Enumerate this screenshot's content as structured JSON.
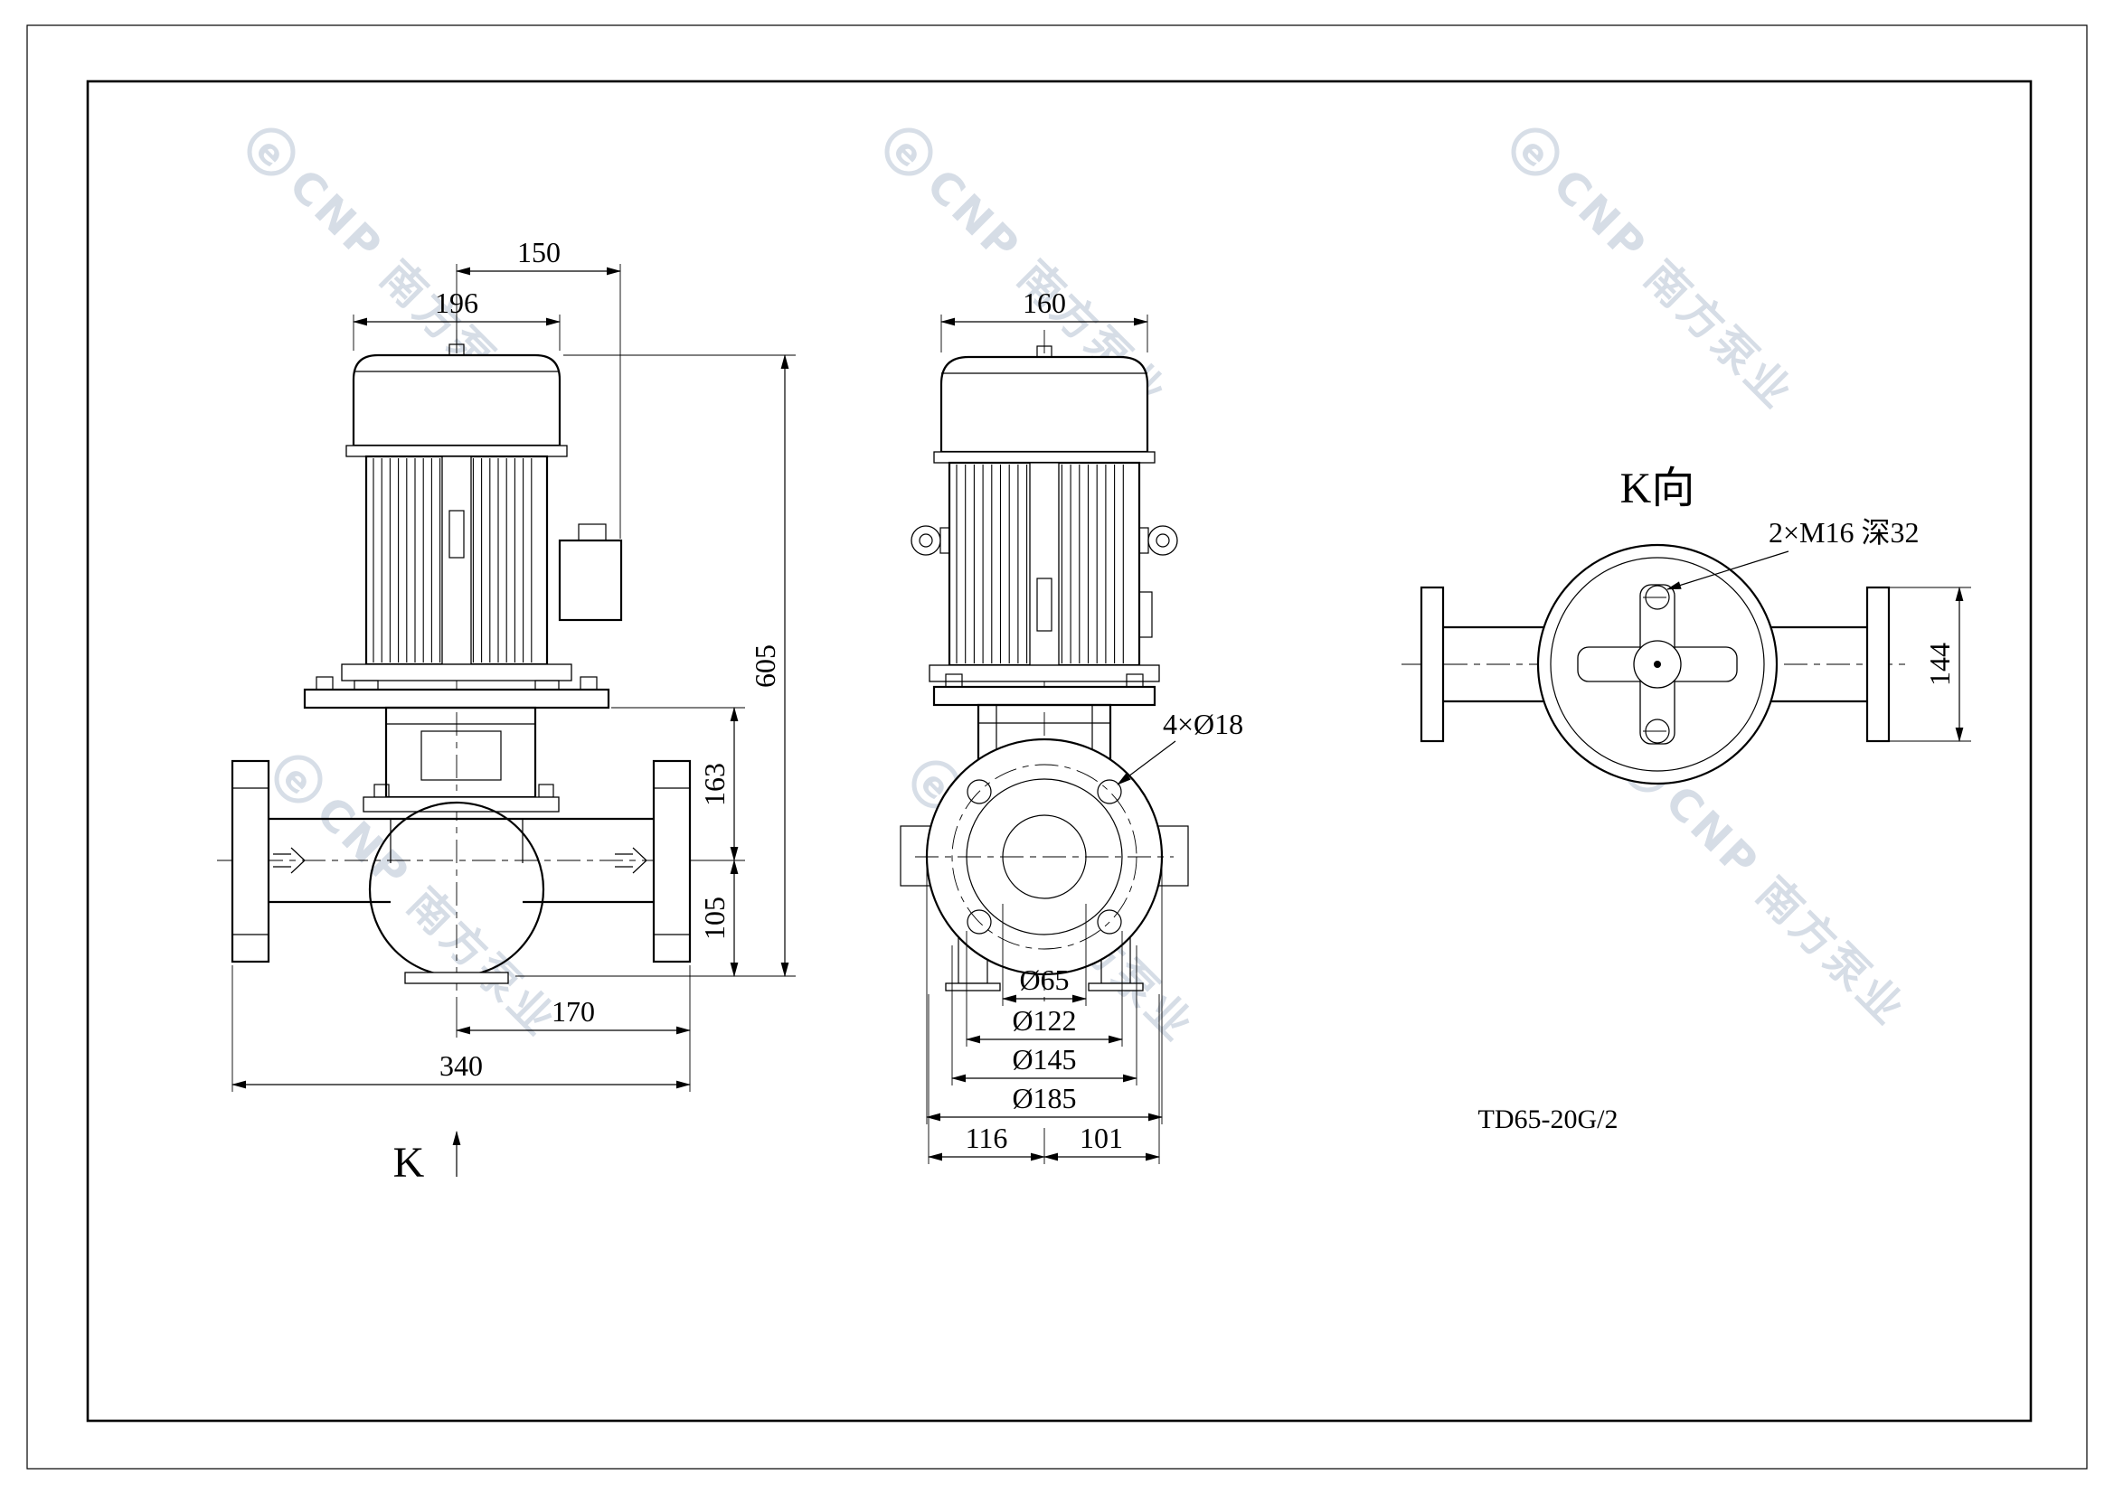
{
  "watermark": {
    "logo_letter": "e",
    "text": "CNP 南方泵业"
  },
  "title_block": {
    "model": "TD65-20G/2"
  },
  "side_view": {
    "dim_width_top": "150",
    "dim_motor_width": "196",
    "dim_total_height": "605",
    "dim_plate_to_axis": "163",
    "dim_axis_to_base": "105",
    "dim_center_to_flange": "170",
    "dim_flange_to_flange": "340",
    "view_direction_label": "K"
  },
  "front_view": {
    "dim_motor_depth": "160",
    "bolt_holes_note": "4×Ø18",
    "dia_bore": "Ø65",
    "dia_raised_face": "Ø122",
    "dia_bolt_circle": "Ø145",
    "dia_flange_od": "Ø185",
    "dim_left_of_center": "116",
    "dim_right_of_center": "101"
  },
  "k_view": {
    "label": "K向",
    "tapped_holes_note": "2×M16 深32",
    "dim_port_height": "144"
  }
}
